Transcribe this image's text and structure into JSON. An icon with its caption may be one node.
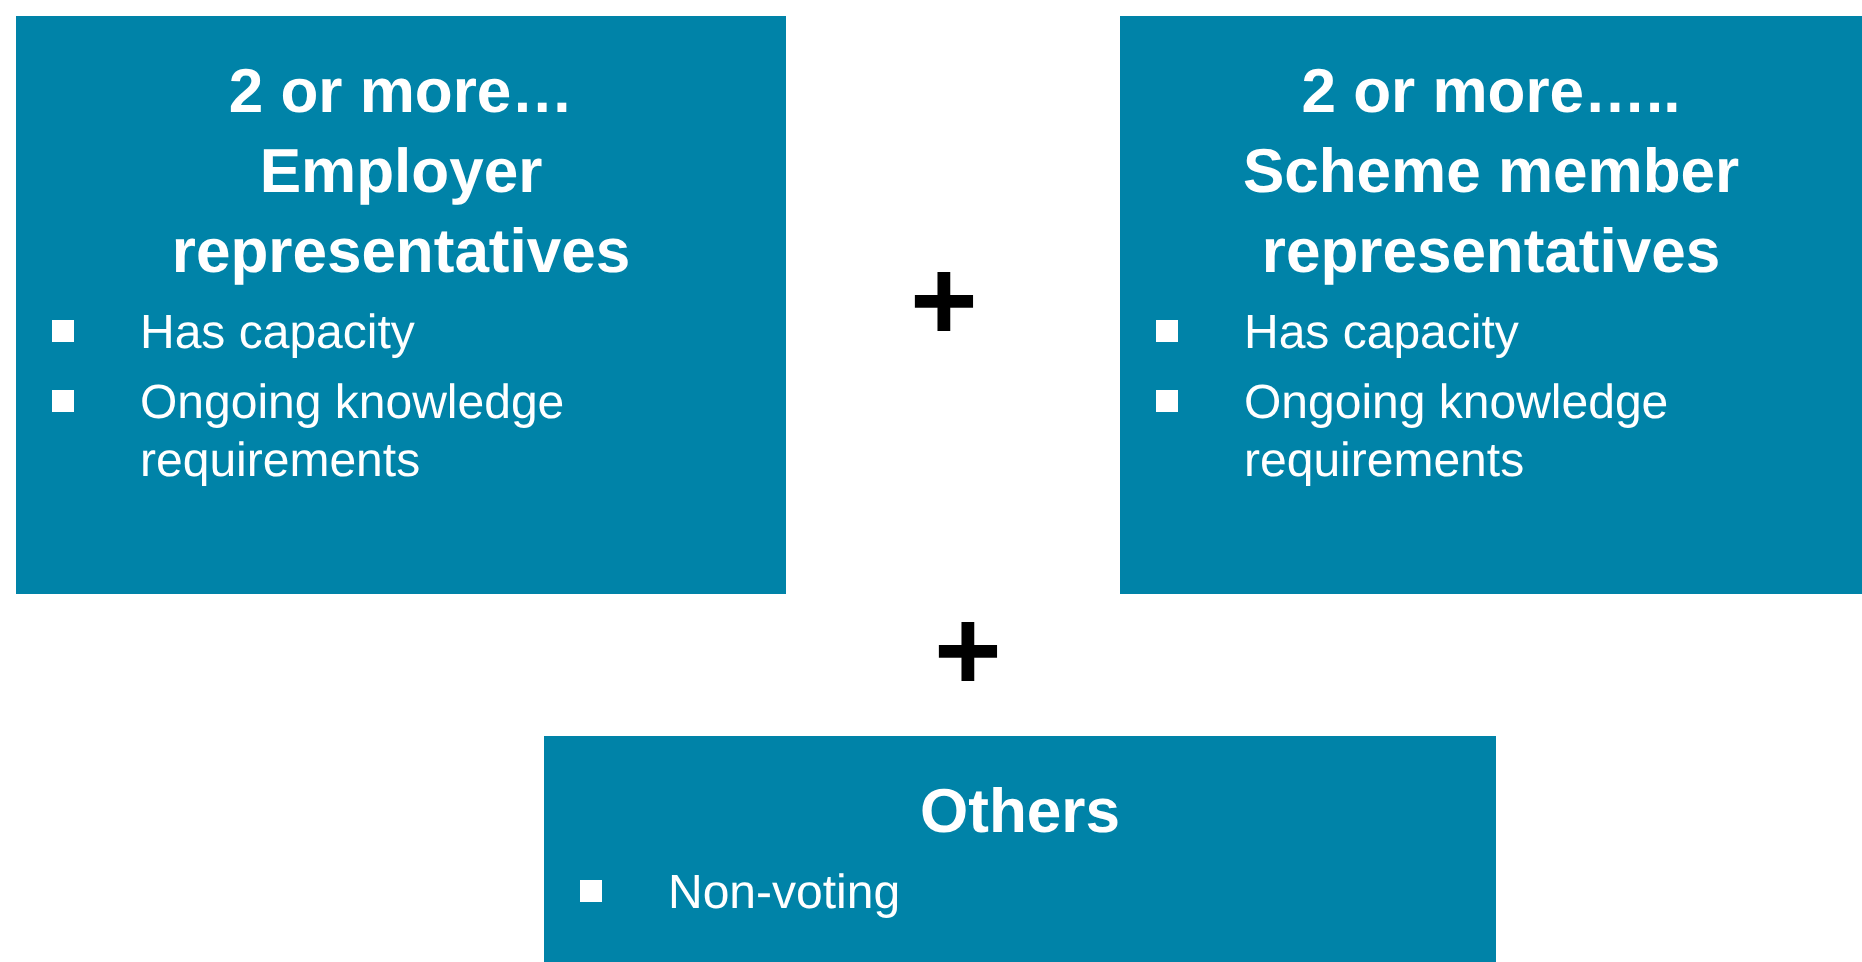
{
  "diagram": {
    "nodes": [
      {
        "text": [
          "2 or more… Employer representatives",
          "Has capacity",
          "Ongoing knowledge requirements"
        ]
      },
      {
        "text": [
          "2 or more….. Scheme member representatives",
          "Has capacity",
          "Ongoing knowledge requirements"
        ]
      },
      {
        "text": [
          "Others",
          "Non-voting"
        ]
      }
    ],
    "labels": [
      "+",
      "+"
    ]
  }
}
